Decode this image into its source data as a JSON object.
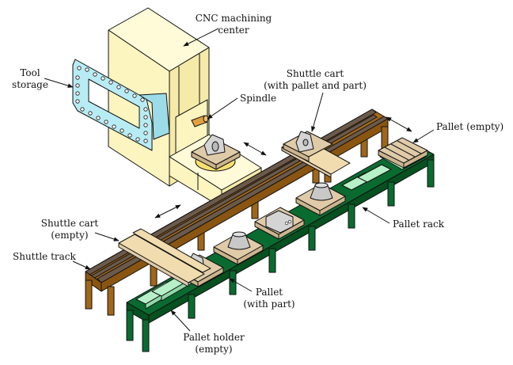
{
  "title": "Flexible manufacturing cell with CNC machining center",
  "labels": {
    "cnc": [
      "CNC machining",
      "center"
    ],
    "tool_storage": [
      "Tool",
      "storage"
    ],
    "spindle": "Spindle",
    "shuttle_full": [
      "Shuttle cart",
      "(with pallet and part)"
    ],
    "pallet_empty": "Pallet (empty)",
    "pallet_rack": "Pallet rack",
    "shuttle_empty": [
      "Shuttle cart",
      "(empty)"
    ],
    "shuttle_track": "Shuttle track",
    "pallet_with_part": [
      "Pallet",
      "(with part)"
    ],
    "pallet_holder": [
      "Pallet holder",
      "(empty)"
    ]
  },
  "colors": {
    "machine": "#fdf5c0",
    "tool_storage": "#b8ecf4",
    "track_wood": "#a0661a",
    "track_rail": "#6b5a4a",
    "rack": "#0a6b30",
    "holder": "#b6f0c8",
    "pallet": "#e0cba8",
    "part": "#c8c8c8",
    "spindle": "#e0a040",
    "table": "#f5e070"
  }
}
